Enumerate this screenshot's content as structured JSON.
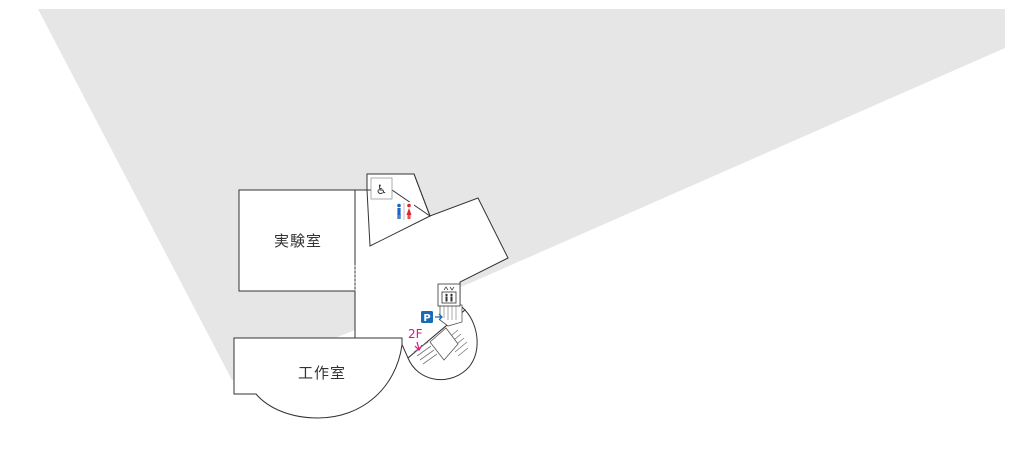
{
  "rooms": {
    "lab": {
      "label": "実験室"
    },
    "workshop": {
      "label": "工作室"
    }
  },
  "stairs": {
    "floor_label": "2F"
  },
  "icons": {
    "accessible": {
      "name": "wheelchair-icon",
      "glyph": "♿"
    },
    "restroom": {
      "name": "restroom-icon"
    },
    "elevator": {
      "name": "elevator-icon"
    },
    "parking": {
      "name": "parking-icon",
      "glyph": "P"
    }
  },
  "colors": {
    "background": "#ffffff",
    "area_shade": "#e6e6e6",
    "wall": "#333333",
    "room_fill": "#ffffff",
    "accessible_blue": "#1565c0",
    "restroom_male": "#1e63c6",
    "restroom_female": "#e0242a",
    "parking_blue": "#1a6ab5",
    "floor_magenta": "#d6177f"
  }
}
